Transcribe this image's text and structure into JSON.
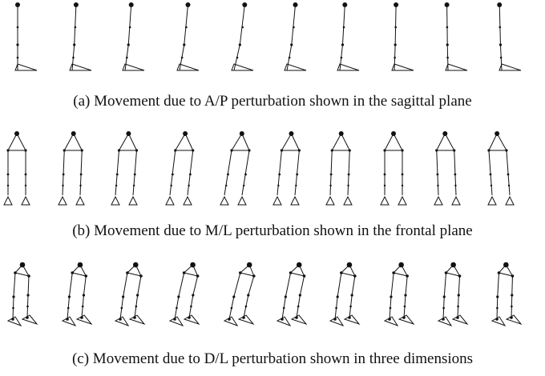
{
  "figure": {
    "panels": [
      {
        "id": "a",
        "caption": "(a) Movement due to A/P perturbation shown in the sagittal plane",
        "view": "sagittal",
        "frame_count": 10,
        "lean": [
          0.0,
          0.35,
          0.55,
          0.75,
          0.95,
          0.75,
          0.45,
          0.15,
          -0.1,
          -0.2
        ]
      },
      {
        "id": "b",
        "caption": "(b) Movement due to M/L perturbation shown in the frontal plane",
        "view": "frontal",
        "frame_count": 10,
        "lean": [
          0.0,
          0.25,
          0.5,
          0.75,
          1.0,
          0.6,
          0.25,
          0.0,
          -0.25,
          -0.45
        ]
      },
      {
        "id": "c",
        "caption": "(c) Movement due to D/L perturbation shown in three dimensions",
        "view": "3d",
        "frame_count": 10,
        "lean": [
          0.0,
          0.3,
          0.55,
          0.8,
          1.0,
          0.7,
          0.45,
          0.2,
          0.05,
          -0.05
        ]
      }
    ]
  }
}
